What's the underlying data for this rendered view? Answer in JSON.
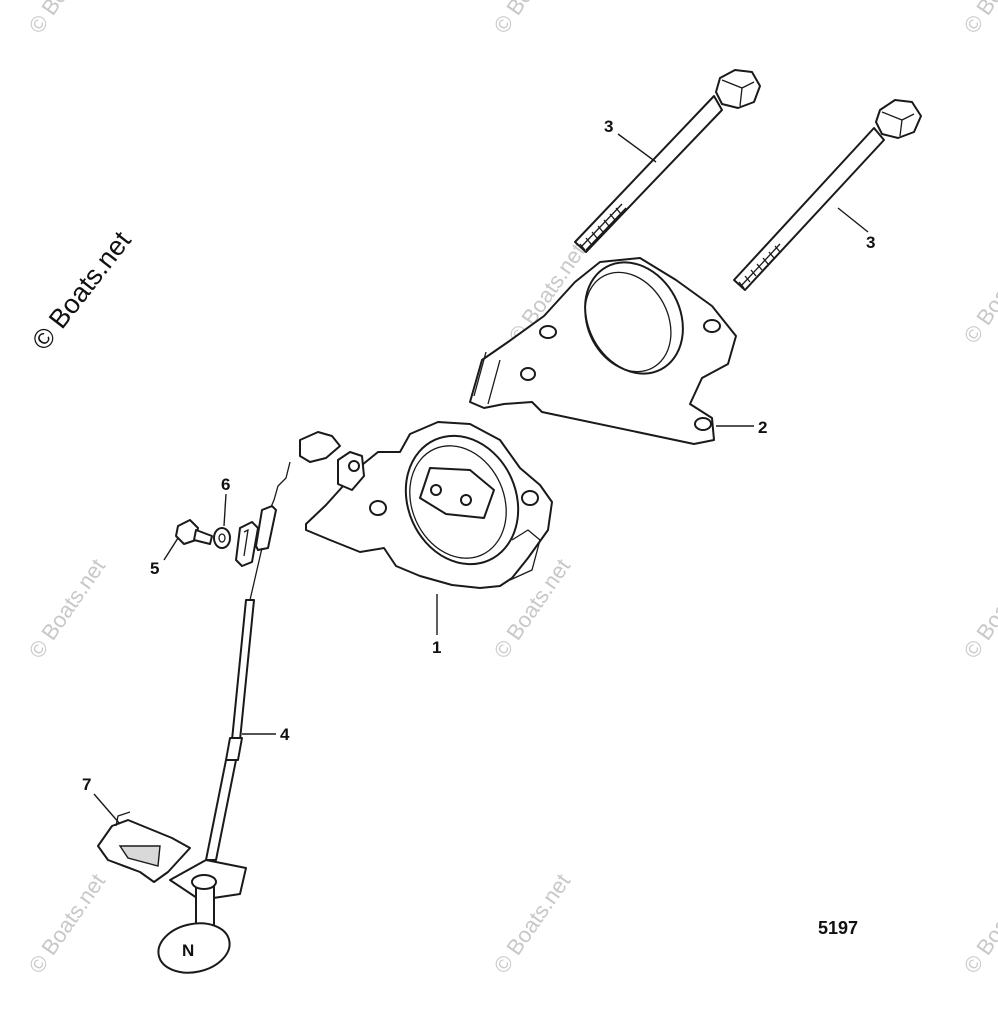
{
  "watermark": {
    "brand_text": "© Boats.net",
    "tile_text": "© Boats.net"
  },
  "figure_number": "5197",
  "callouts": [
    {
      "id": "1",
      "label": "1"
    },
    {
      "id": "2",
      "label": "2"
    },
    {
      "id": "3a",
      "label": "3"
    },
    {
      "id": "3b",
      "label": "3"
    },
    {
      "id": "4",
      "label": "4"
    },
    {
      "id": "5",
      "label": "5"
    },
    {
      "id": "6",
      "label": "6"
    },
    {
      "id": "7",
      "label": "7"
    }
  ],
  "knob_glyph": "N",
  "colors": {
    "line": "#1a1a1a",
    "watermark": "#c8c8c8",
    "background": "#ffffff"
  }
}
